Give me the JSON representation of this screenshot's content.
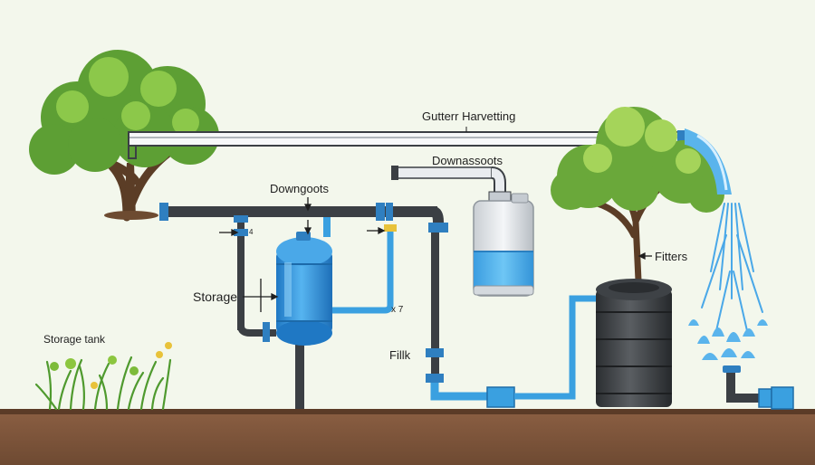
{
  "labels": {
    "gutter_harvesting": "Gutterr Harvetting",
    "downspouts": "Downassoots",
    "downgoots": "Downgoots",
    "filters": "Fitters",
    "storage": "Storage",
    "storage_tank": "Storage tank",
    "filik": "Fillk",
    "x7": "x 7",
    "tick4": "4"
  },
  "colors": {
    "background": "#f3f7ec",
    "pipe_dark": "#3b3f44",
    "pipe_blue": "#3aa0e0",
    "tank_blue": "#2f8fd8",
    "water": "#5ab4ec",
    "ground": "#7a5238",
    "foliage": "#6aa83a"
  }
}
